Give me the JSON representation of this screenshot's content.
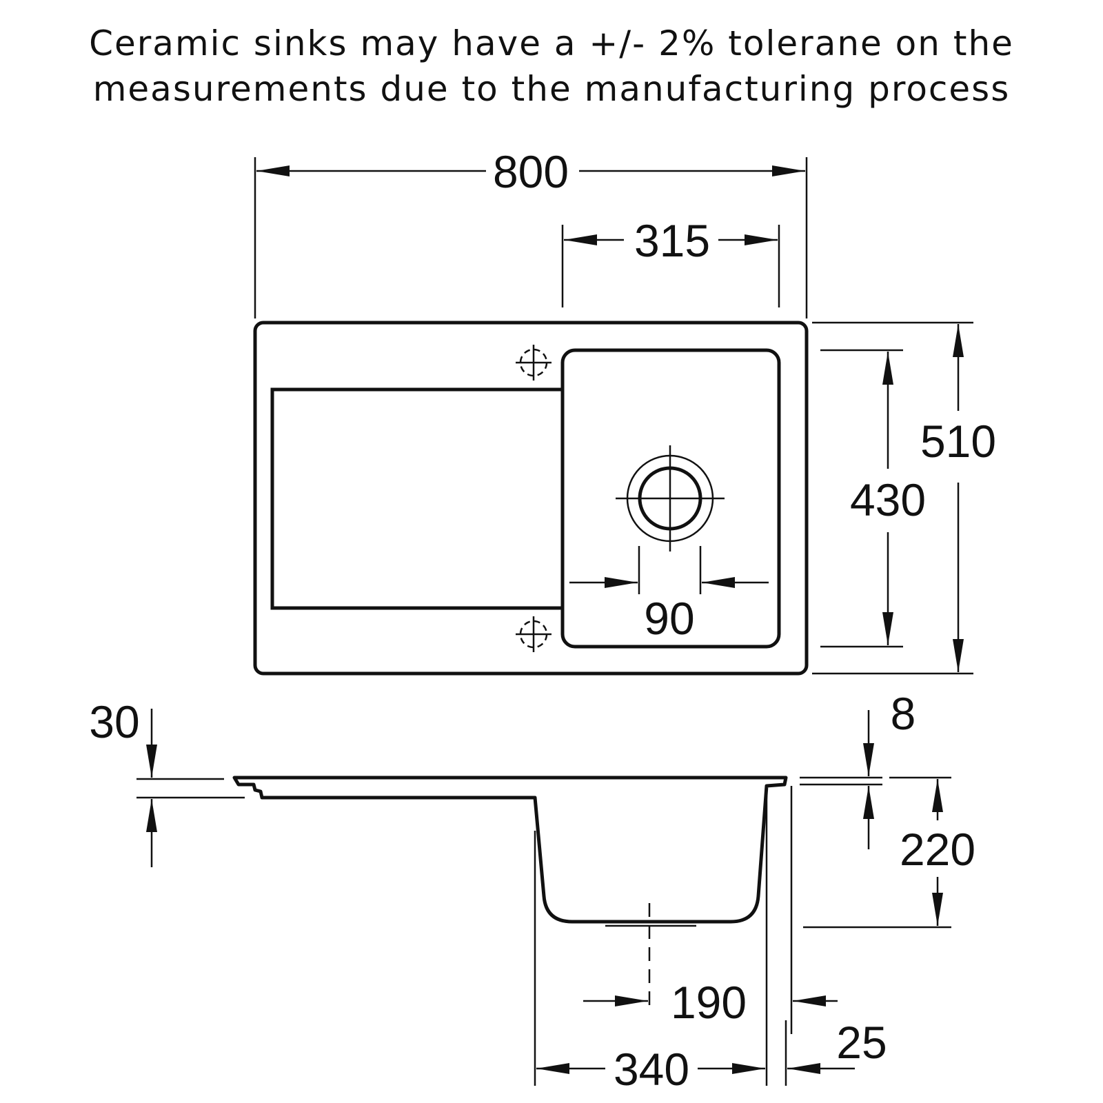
{
  "note": {
    "line1": "Ceramic sinks may have a +/- 2% tolerane on the",
    "line2": "measurements due to the manufacturing process"
  },
  "plan_view": {
    "overall_width": "800",
    "bowl_width": "315",
    "overall_depth": "510",
    "bowl_depth": "430",
    "waste_diameter": "90"
  },
  "section_view": {
    "rim_thickness": "30",
    "rim_offset": "8",
    "bowl_height": "220",
    "waste_offset": "190",
    "edge_offset": "25",
    "bowl_width": "340"
  }
}
